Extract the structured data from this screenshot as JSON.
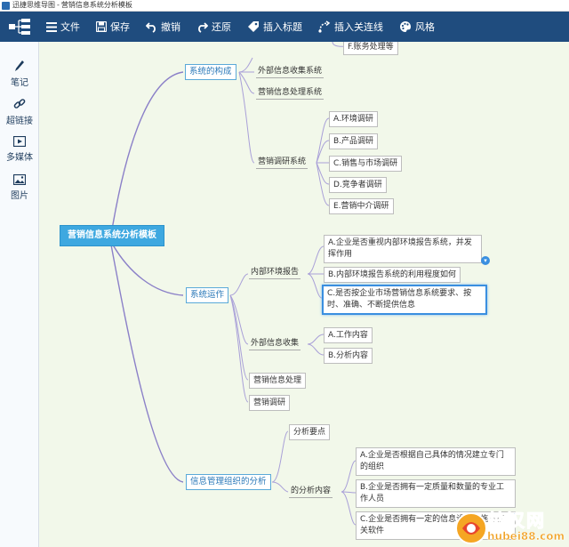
{
  "window": {
    "app_name": "迅捷思维导图",
    "separator": "-",
    "doc_name": "营销信息系统分析模板"
  },
  "toolbar": {
    "file": "文件",
    "save": "保存",
    "undo": "撤销",
    "redo": "还原",
    "insert_label": "插入标题",
    "insert_link": "插入关连线",
    "style": "风格"
  },
  "sidebar": {
    "note": "笔记",
    "hyperlink": "超链接",
    "multimedia": "多媒体",
    "image": "图片"
  },
  "mindmap": {
    "root": "营销信息系统分析模板",
    "branch1": {
      "label": "系统的构成",
      "top_partial": "F.账务处理等",
      "children": [
        "外部信息收集系统",
        "营销信息处理系统",
        "营销调研系统"
      ],
      "research": [
        "A.环境调研",
        "B.产品调研",
        "C.销售与市场调研",
        "D.竞争者调研",
        "E.营销中介调研"
      ]
    },
    "branch2": {
      "label": "系统运作",
      "internal": "内部环境报告",
      "internal_items": [
        "A.企业是否重视内部环境报告系统，并发挥作用",
        "B.内部环境报告系统的利用程度如何",
        "C.是否按企业市场营销信息系统要求、按时、准确、不断提供信息"
      ],
      "external": "外部信息收集",
      "external_items": [
        "A.工作内容",
        "B.分析内容"
      ],
      "processing": "营销信息处理",
      "research": "营销调研"
    },
    "branch3": {
      "label": "信息管理组织的分析",
      "key_points": "分析要点",
      "analysis": "的分析内容",
      "analysis_items": [
        "A.企业是否根据自己具体的情况建立专门的组织",
        "B.企业是否拥有一定质量和数量的专业工作人员",
        "C.企业是否拥有一定的信息设备设施与相关软件"
      ]
    }
  },
  "watermark": {
    "title": "楚汉网",
    "url": "hubei88.com"
  },
  "colors": {
    "toolbar": "#1f4c7e",
    "canvas": "#f2f8ea",
    "root": "#3ea8e0",
    "link_main": "#8b80c8",
    "link_sub": "#a9a0d8"
  }
}
